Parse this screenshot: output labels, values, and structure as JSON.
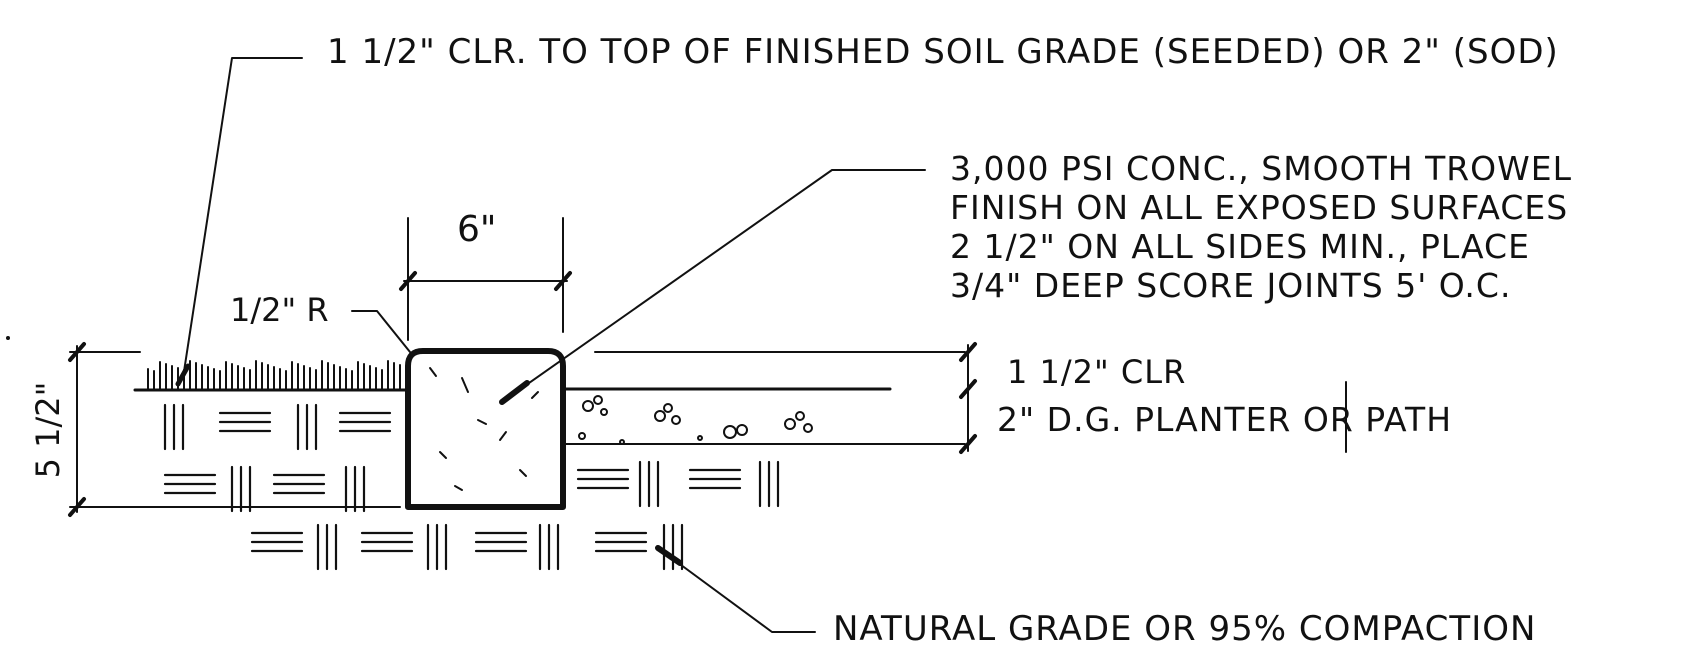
{
  "callouts": {
    "top_clearance": "1 1/2\" CLR. TO TOP OF FINISHED SOIL GRADE (SEEDED) OR 2\" (SOD)",
    "concrete_spec": [
      "3,000 PSI CONC., SMOOTH TROWEL",
      "FINISH ON ALL EXPOSED SURFACES",
      "2 1/2\" ON ALL SIDES MIN., PLACE",
      "3/4\" DEEP SCORE JOINTS 5' O.C."
    ],
    "right_clearance": "1 1/2\" CLR",
    "dg_planter": "2\" D.G. PLANTER OR PATH",
    "natural_grade": "NATURAL GRADE OR 95% COMPACTION"
  },
  "dimensions": {
    "width": "6\"",
    "radius": "1/2\" R",
    "height": "5 1/2\""
  },
  "colors": {
    "ink": "#111111",
    "paper": "#ffffff"
  }
}
